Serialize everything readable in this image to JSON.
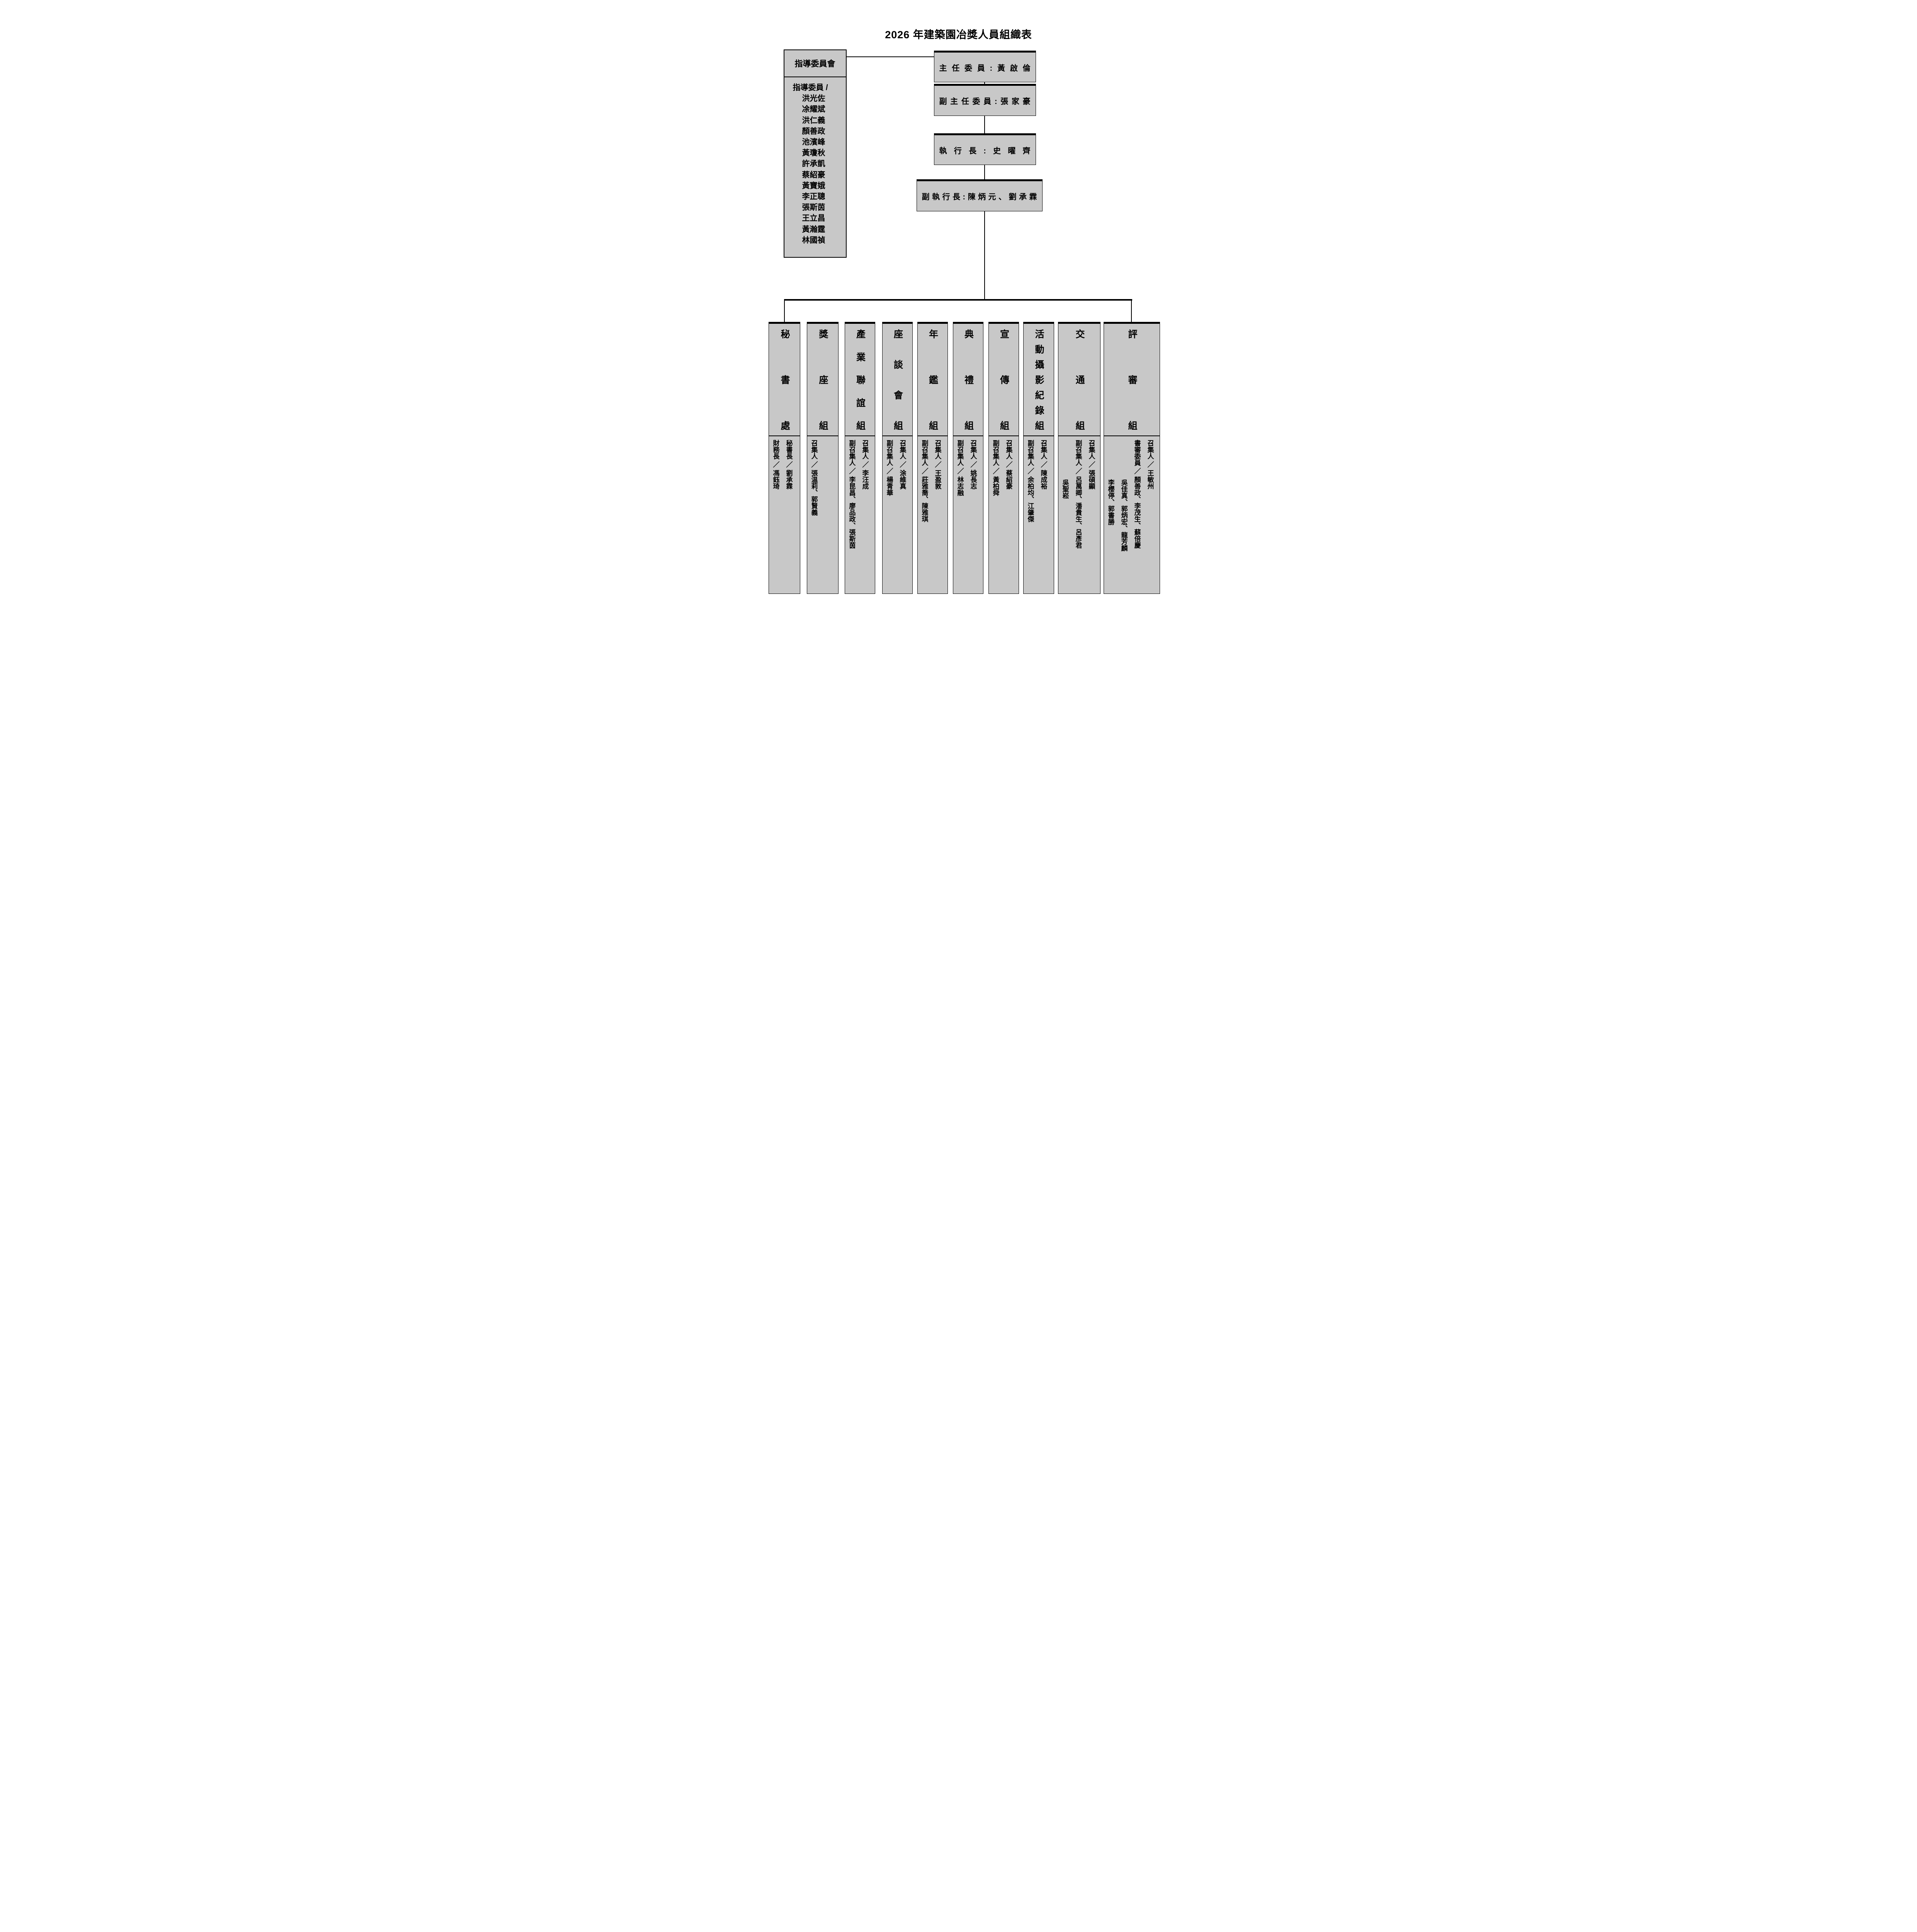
{
  "title": "2026 年建築園冶獎人員組織表",
  "guidance": {
    "header": "指導委員會",
    "role_line": "指導委員 /",
    "members": [
      "洪光佐",
      "凃耀斌",
      "洪仁義",
      "顏善政",
      "池濱峰",
      "黃瓊秋",
      "許承凱",
      "蔡紹豪",
      "黃寶娥",
      "李正聰",
      "張斯茵",
      "王立昌",
      "黃瀚霆",
      "林國禎"
    ]
  },
  "executives": [
    {
      "role": "主任委員",
      "label": "主任委員:黃啟倫"
    },
    {
      "role": "副主任委員",
      "label": "副主任委員:張家豪"
    },
    {
      "role": "執行長",
      "label": "執行長:史曜齊"
    },
    {
      "role": "副執行長",
      "label": "副執行長:陳炳元、劉承霖"
    }
  ],
  "departments": [
    {
      "name": "秘書處",
      "columns": [
        "秘書長 ／ 劉承霖",
        "財務長 ／ 馮鈺琦"
      ]
    },
    {
      "name": "獎座組",
      "columns": [
        "召集人 ／ 張温莉、郭賢義"
      ]
    },
    {
      "name": "產業聯誼組",
      "columns": [
        "召集人 ／ 李汪成",
        "副召集人 ／ 李昆昌、廖品政、張斯茵"
      ]
    },
    {
      "name": "座談會組",
      "columns": [
        "召集人 ／ 涂維真",
        "副召集人 ／ 楊青華"
      ]
    },
    {
      "name": "年鑑組",
      "columns": [
        "召集人 ／ 王盈敦",
        "副召集人 ／ 莊雅喬、陳雅琪"
      ]
    },
    {
      "name": "典禮組",
      "columns": [
        "召集人 ／ 姚長志",
        "副召集人 ／ 林志融"
      ]
    },
    {
      "name": "宣傳組",
      "columns": [
        "召集人 ／ 蔡紹豪",
        "副召集人 ／ 黃柏舜"
      ]
    },
    {
      "name": "活動攝影紀錄組",
      "columns": [
        "召集人 ／ 陳成裕",
        "副召集人 ／ 余柏均、江肇傑"
      ]
    },
    {
      "name": "交通組",
      "columns": [
        "召集人 ／ 張碩顯",
        "副召集人 ／ 呂萬卿、潘貴生、呂彥君",
        "　　　　　　吳聖崧"
      ]
    },
    {
      "name": "評審組",
      "columns": [
        "召集人 ／ 王敏州",
        "書審委員 ／ 顏善政、李茂生、蘇倍慶",
        "　　　　　　吳佳真、郭炳宏、龍芳麟",
        "　　　　　　李櫻停、郭書勝"
      ]
    }
  ],
  "colors": {
    "box_fill": "#c8c8c8",
    "line": "#000000",
    "background": "#ffffff"
  }
}
